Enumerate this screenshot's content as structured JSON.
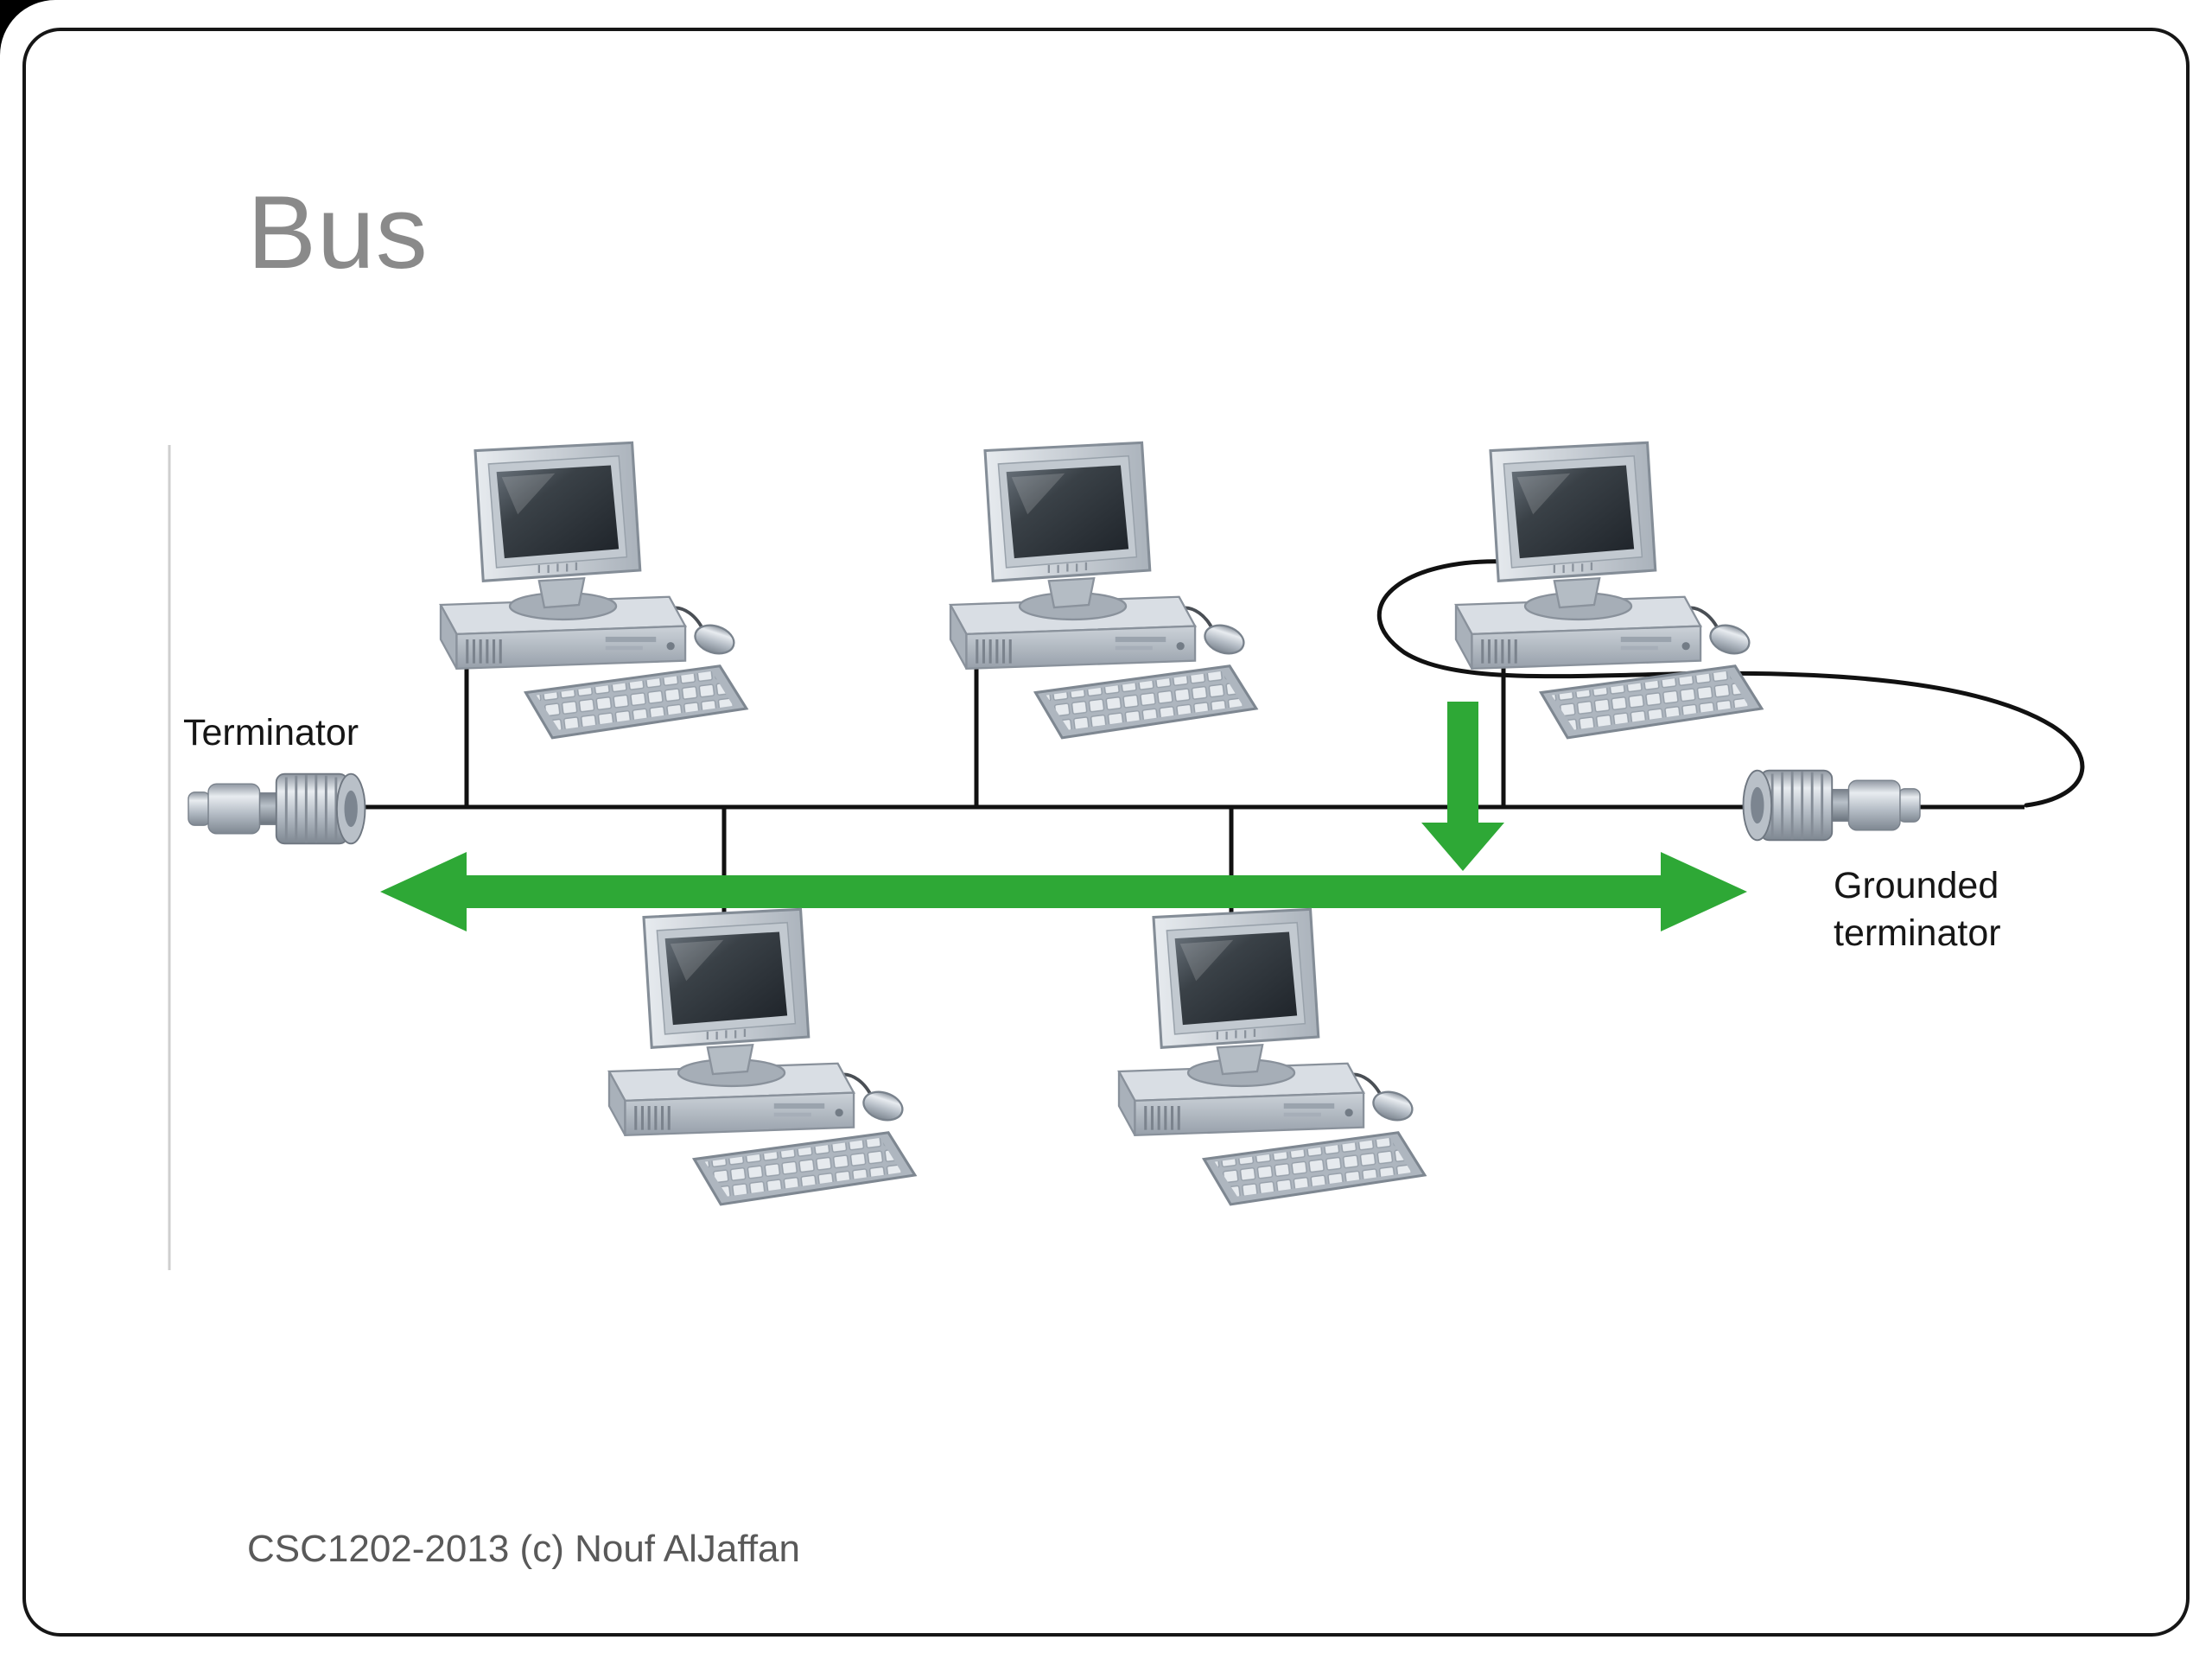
{
  "slide": {
    "title": "Bus",
    "footer": "CSC1202-2013 (c) Nouf AlJaffan"
  },
  "diagram": {
    "labels": {
      "terminator": "Terminator",
      "grounded_line1": "Grounded",
      "grounded_line2": "terminator"
    },
    "colors": {
      "arrow": "#2ea836",
      "bus": "#111111",
      "title_gray": "#8a8a8a",
      "footer_gray": "#595959",
      "edge_line": "#cfcfcf"
    },
    "computers": [
      "computer-1",
      "computer-2",
      "computer-3",
      "computer-4",
      "computer-5"
    ],
    "arrows": [
      "bus-direction-arrow",
      "signal-tap-arrow"
    ],
    "connectors": [
      "terminator-connector",
      "grounded-terminator-connector"
    ]
  }
}
